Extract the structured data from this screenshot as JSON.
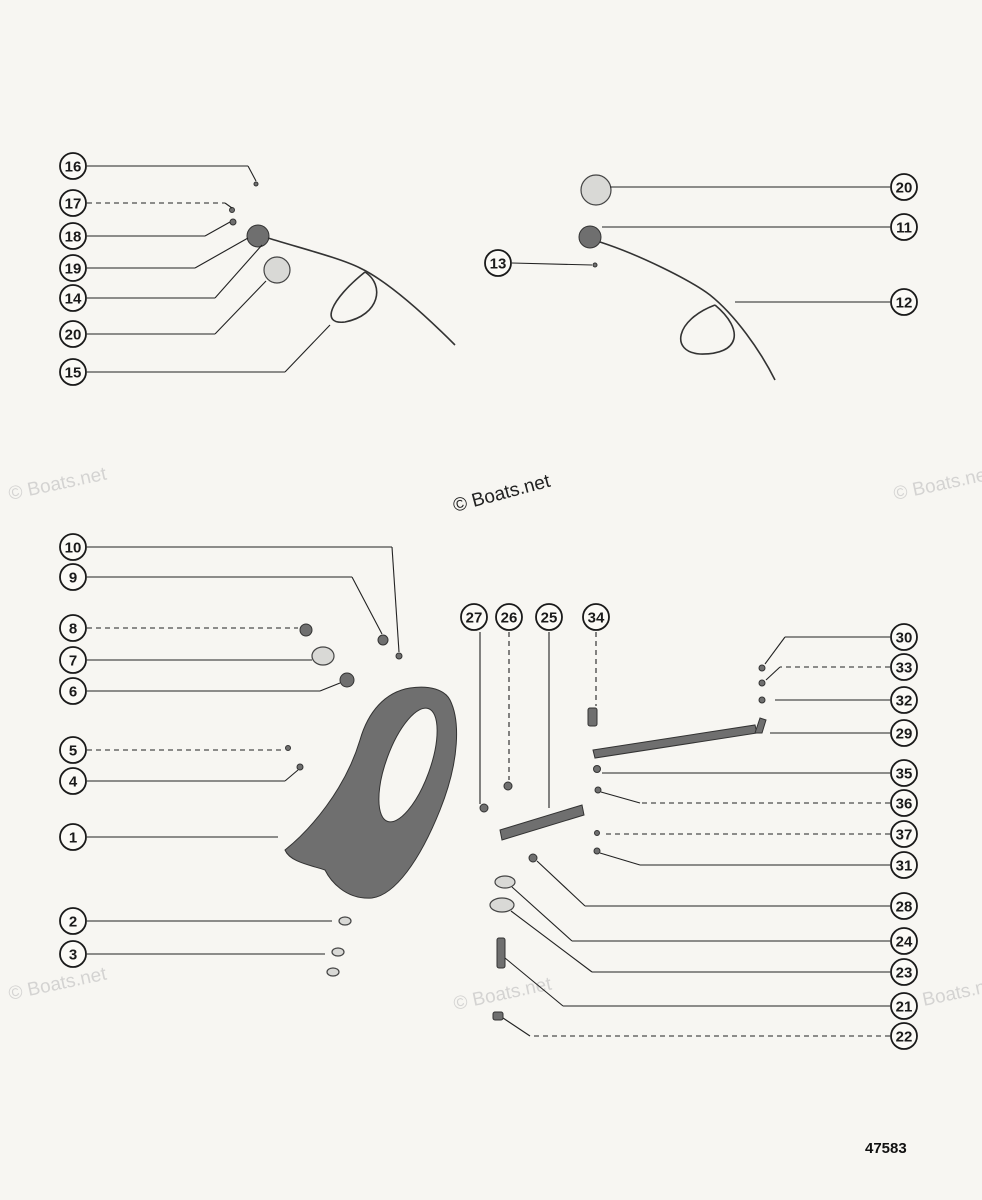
{
  "watermark": {
    "main": "© Boats.net",
    "faded": "© Boats.net"
  },
  "figure_number": "47583",
  "callouts": [
    {
      "num": "16"
    },
    {
      "num": "17"
    },
    {
      "num": "18"
    },
    {
      "num": "19"
    },
    {
      "num": "14"
    },
    {
      "num": "20"
    },
    {
      "num": "15"
    },
    {
      "num": "20"
    },
    {
      "num": "11"
    },
    {
      "num": "13"
    },
    {
      "num": "12"
    },
    {
      "num": "10"
    },
    {
      "num": "9"
    },
    {
      "num": "8"
    },
    {
      "num": "7"
    },
    {
      "num": "6"
    },
    {
      "num": "5"
    },
    {
      "num": "4"
    },
    {
      "num": "1"
    },
    {
      "num": "2"
    },
    {
      "num": "3"
    },
    {
      "num": "27"
    },
    {
      "num": "26"
    },
    {
      "num": "25"
    },
    {
      "num": "34"
    },
    {
      "num": "30"
    },
    {
      "num": "33"
    },
    {
      "num": "32"
    },
    {
      "num": "29"
    },
    {
      "num": "35"
    },
    {
      "num": "36"
    },
    {
      "num": "37"
    },
    {
      "num": "31"
    },
    {
      "num": "28"
    },
    {
      "num": "24"
    },
    {
      "num": "23"
    },
    {
      "num": "21"
    },
    {
      "num": "22"
    }
  ]
}
